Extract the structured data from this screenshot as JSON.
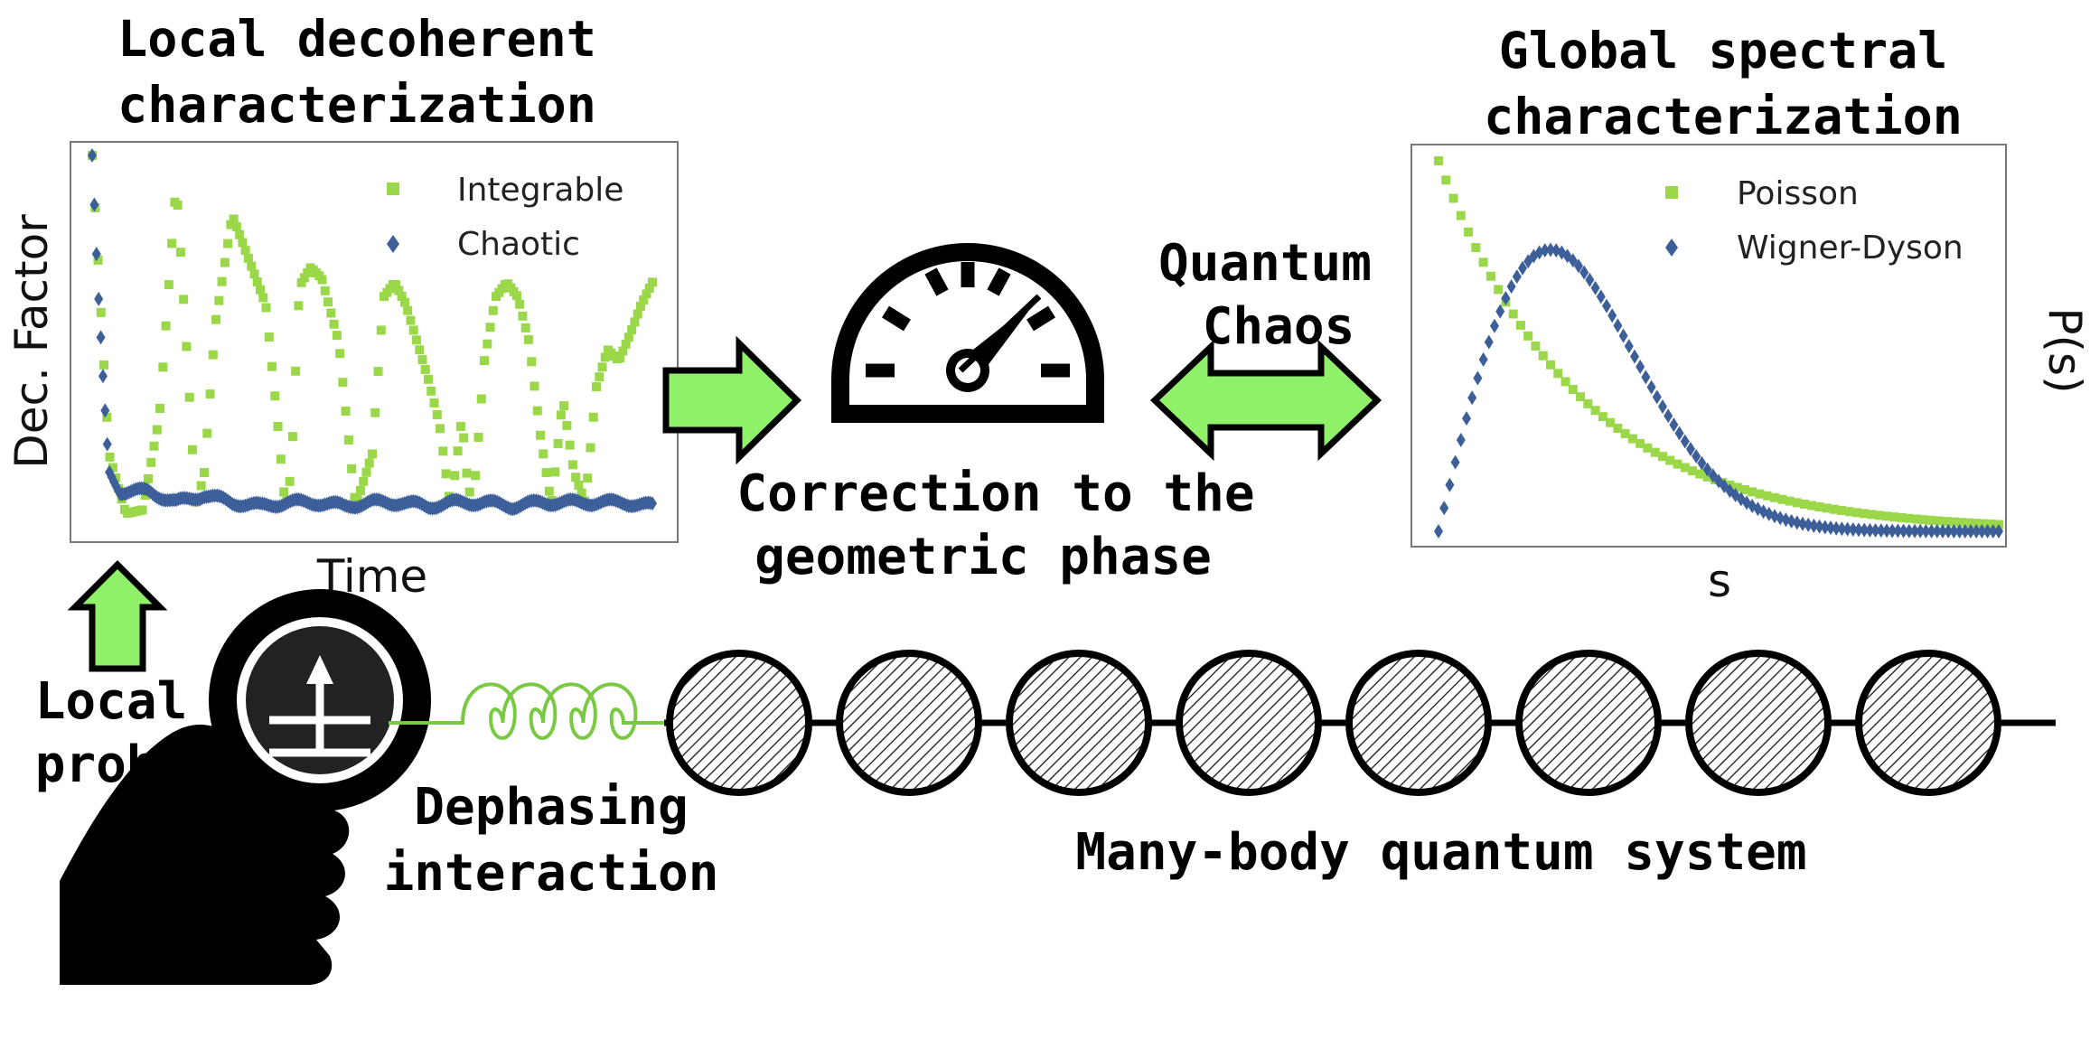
{
  "colors": {
    "green": "#9ad84a",
    "blue": "#3d5f99",
    "arrow_fill": "#8ff06a",
    "black": "#000000"
  },
  "left_plot": {
    "title_line1": "Local decoherent",
    "title_line2": "characterization",
    "ylabel": "Dec. Factor",
    "xlabel": "Time",
    "legend": [
      "Integrable",
      "Chaotic"
    ]
  },
  "right_plot": {
    "title_line1": "Global spectral",
    "title_line2": "characterization",
    "ylabel": "P(s)",
    "xlabel": "s",
    "legend": [
      "Poisson",
      "Wigner-Dyson"
    ]
  },
  "labels": {
    "correction_line1": "Correction to the",
    "correction_line2": "geometric phase",
    "chaos_line1": "Quantum",
    "chaos_line2": "Chaos",
    "probe_line1": "Local",
    "probe_line2": "probe",
    "dephasing_line1": "Dephasing",
    "dephasing_line2": "interaction",
    "system": "Many-body quantum system"
  },
  "icons": {
    "gauge": "speedometer-icon",
    "probe": "magnifier-icon",
    "hand": "hand-icon",
    "spring": "spring-icon"
  },
  "chain": {
    "site_count": 8
  },
  "chart_data": [
    {
      "type": "scatter",
      "xlabel": "Time",
      "ylabel": "Dec. Factor",
      "legend_position": "top-right",
      "ylim": [
        0,
        1
      ],
      "series": [
        {
          "name": "Integrable",
          "x": [
            0,
            0.03,
            0.06,
            0.09,
            0.12,
            0.15,
            0.17,
            0.185,
            0.2,
            0.22,
            0.25,
            0.28,
            0.31,
            0.33,
            0.345,
            0.355,
            0.37,
            0.39,
            0.41,
            0.44,
            0.47,
            0.5,
            0.52,
            0.54,
            0.56,
            0.58,
            0.6,
            0.62,
            0.64,
            0.66,
            0.67,
            0.68,
            0.7,
            0.72,
            0.74,
            0.76,
            0.78,
            0.8,
            0.82,
            0.84,
            0.86,
            0.88,
            0.9,
            0.92,
            0.94,
            0.96,
            0.98,
            1.0
          ],
          "y": [
            1.0,
            0.2,
            0.04,
            0.05,
            0.3,
            0.93,
            0.45,
            0.05,
            0.15,
            0.55,
            0.84,
            0.72,
            0.6,
            0.3,
            0.05,
            0.15,
            0.65,
            0.7,
            0.67,
            0.5,
            0.06,
            0.2,
            0.62,
            0.66,
            0.6,
            0.5,
            0.4,
            0.28,
            0.05,
            0.3,
            0.12,
            0.06,
            0.45,
            0.62,
            0.66,
            0.62,
            0.5,
            0.25,
            0.06,
            0.35,
            0.15,
            0.07,
            0.38,
            0.48,
            0.45,
            0.52,
            0.6,
            0.66
          ]
        },
        {
          "name": "Chaotic",
          "x": [
            0,
            0.01,
            0.02,
            0.03,
            0.05,
            0.07,
            0.1,
            0.15,
            0.2,
            0.25,
            0.3,
            0.35,
            0.4,
            0.45,
            0.5,
            0.55,
            0.6,
            0.65,
            0.7,
            0.75,
            0.8,
            0.85,
            0.9,
            0.95,
            1.0
          ],
          "y": [
            1.0,
            0.65,
            0.38,
            0.15,
            0.1,
            0.1,
            0.1,
            0.07,
            0.09,
            0.07,
            0.06,
            0.07,
            0.07,
            0.06,
            0.07,
            0.07,
            0.06,
            0.07,
            0.07,
            0.06,
            0.07,
            0.07,
            0.07,
            0.07,
            0.06
          ]
        }
      ]
    },
    {
      "type": "scatter",
      "xlabel": "s",
      "ylabel": "P(s)",
      "legend_position": "top-right",
      "xlim": [
        0,
        4
      ],
      "ylim": [
        0,
        1
      ],
      "series": [
        {
          "name": "Poisson",
          "function": "exp(-s)"
        },
        {
          "name": "Wigner-Dyson",
          "function": "(pi/2) s exp(-pi s^2 / 4)"
        }
      ]
    }
  ]
}
